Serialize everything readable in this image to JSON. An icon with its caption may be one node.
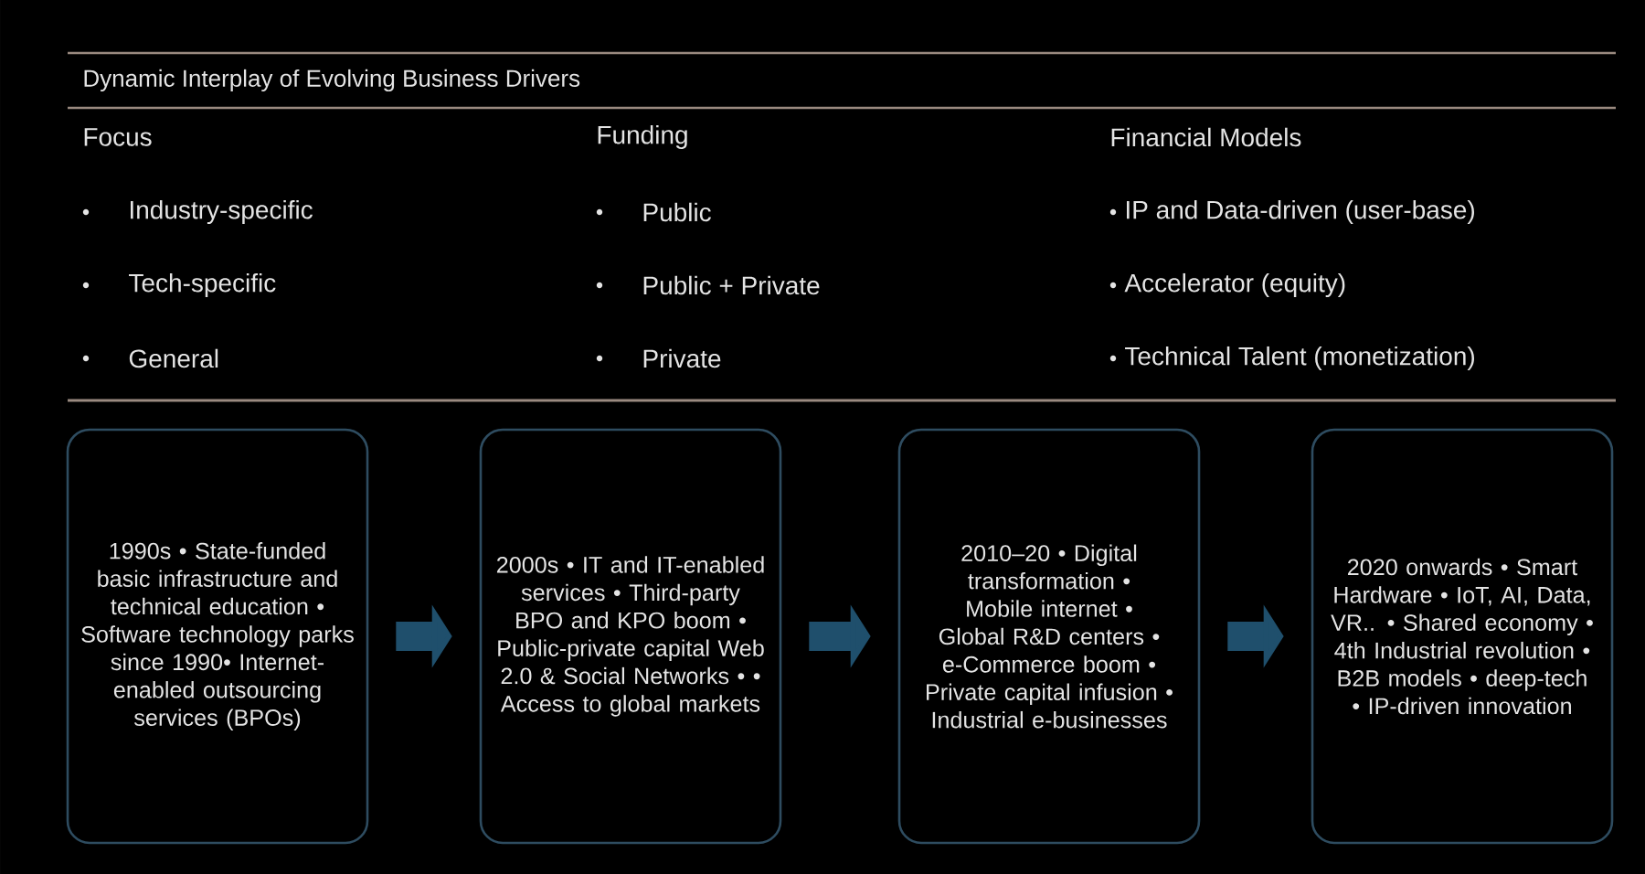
{
  "diagram": {
    "title": "Dynamic Interplay of Evolving Business Drivers",
    "nodes": [
      {
        "text": [
          "1990s • State-funded basic infrastructure and technical education • Software technology parks since 1990• Internet-enabled outsourcing services (BPOs)"
        ]
      },
      {
        "text": [
          "2000s • IT and IT-enabled services • Third-party BPO and KPO boom • Public-private capital Web 2.0 & Social Networks • • Access to global markets"
        ]
      },
      {
        "text": [
          "2010–20 • Digital transformation • Mobile internet • Global R&D centers • e-Commerce boom • Private capital infusion • Industrial e-businesses"
        ]
      },
      {
        "text": [
          "2020 onwards • Smart Hardware • IoT, AI, Data, VR.. • Shared economy • 4th Industrial revolution • B2B models • deep-tech • IP-driven innovation"
        ]
      }
    ],
    "edges": [
      {
        "from": 0,
        "to": 1,
        "arrow": "to"
      },
      {
        "from": 1,
        "to": 2,
        "arrow": "to"
      },
      {
        "from": 2,
        "to": 3,
        "arrow": "to"
      }
    ],
    "labels": [
      "Focus",
      "Funding",
      "Financial Models",
      "Industry-specific",
      "Public",
      "IP and Data-driven (user-base)",
      "Tech-specific",
      "Public + Private",
      "Accelerator (equity)",
      "General",
      "Private",
      "Technical Talent (monetization)"
    ]
  }
}
